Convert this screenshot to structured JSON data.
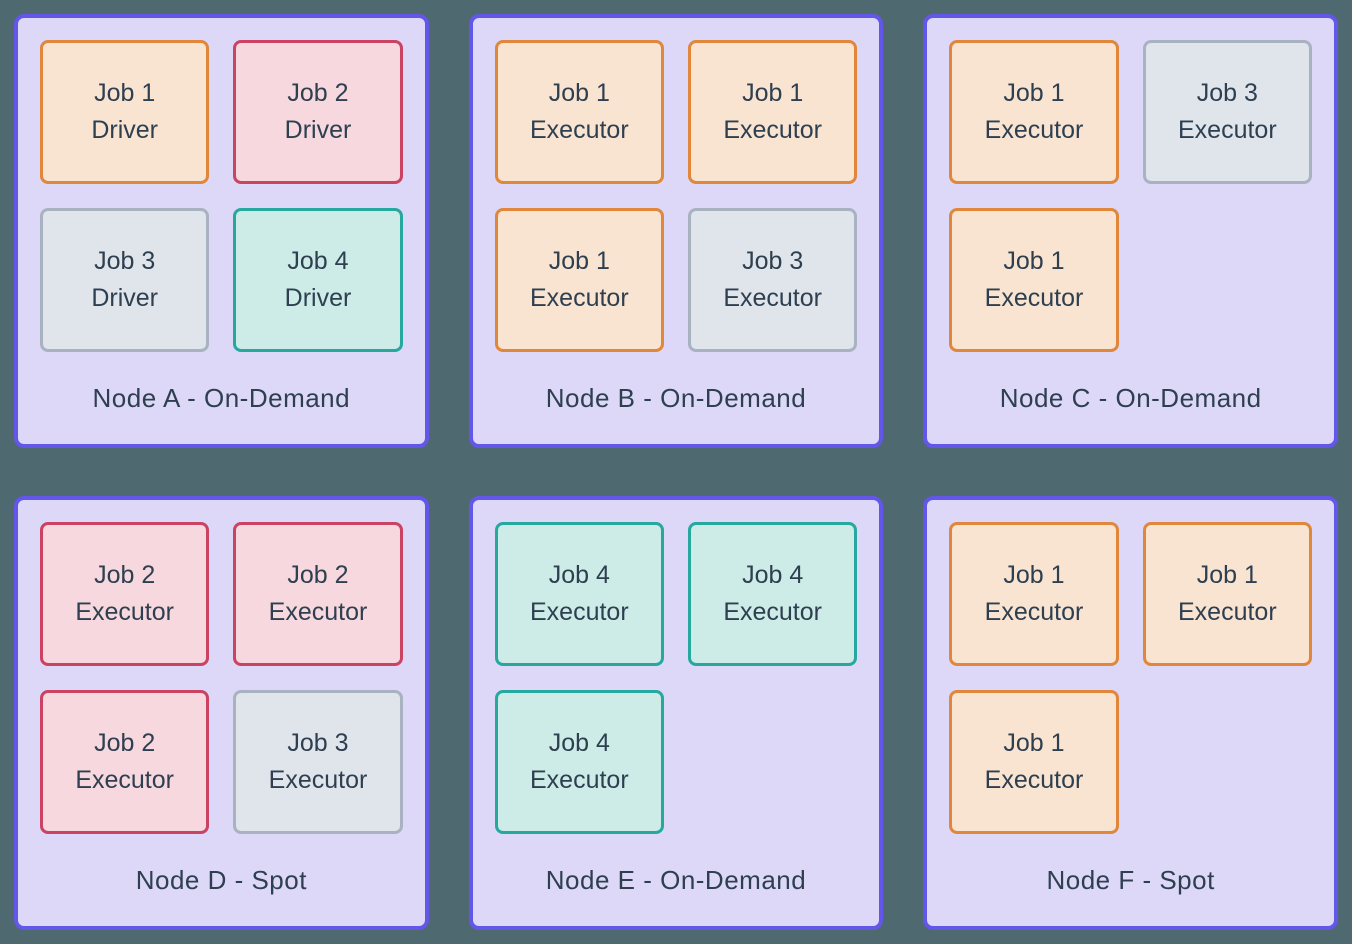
{
  "palette": {
    "page_background": "#4e6a70",
    "node_fill": "#ddd8f8",
    "node_border": "#6357e9",
    "text": "#2e3f50",
    "job_types": {
      "job1": {
        "border": "#e0873c",
        "fill": "#f9e4d2"
      },
      "job2": {
        "border": "#cb4362",
        "fill": "#f7d8de"
      },
      "job3": {
        "border": "#a9b2c0",
        "fill": "#e0e5ec"
      },
      "job4": {
        "border": "#27a89e",
        "fill": "#cdece8"
      }
    }
  },
  "nodes": [
    {
      "label": "Node A - On-Demand",
      "jobs": [
        {
          "line1": "Job 1",
          "line2": "Driver",
          "type": "job1"
        },
        {
          "line1": "Job 2",
          "line2": "Driver",
          "type": "job2"
        },
        {
          "line1": "Job 3",
          "line2": "Driver",
          "type": "job3"
        },
        {
          "line1": "Job 4",
          "line2": "Driver",
          "type": "job4"
        }
      ]
    },
    {
      "label": "Node B - On-Demand",
      "jobs": [
        {
          "line1": "Job 1",
          "line2": "Executor",
          "type": "job1"
        },
        {
          "line1": "Job 1",
          "line2": "Executor",
          "type": "job1"
        },
        {
          "line1": "Job 1",
          "line2": "Executor",
          "type": "job1"
        },
        {
          "line1": "Job 3",
          "line2": "Executor",
          "type": "job3"
        }
      ]
    },
    {
      "label": "Node C - On-Demand",
      "jobs": [
        {
          "line1": "Job 1",
          "line2": "Executor",
          "type": "job1"
        },
        {
          "line1": "Job 3",
          "line2": "Executor",
          "type": "job3"
        },
        {
          "line1": "Job 1",
          "line2": "Executor",
          "type": "job1"
        }
      ]
    },
    {
      "label": "Node D - Spot",
      "jobs": [
        {
          "line1": "Job 2",
          "line2": "Executor",
          "type": "job2"
        },
        {
          "line1": "Job 2",
          "line2": "Executor",
          "type": "job2"
        },
        {
          "line1": "Job 2",
          "line2": "Executor",
          "type": "job2"
        },
        {
          "line1": "Job 3",
          "line2": "Executor",
          "type": "job3"
        }
      ]
    },
    {
      "label": "Node E - On-Demand",
      "jobs": [
        {
          "line1": "Job 4",
          "line2": "Executor",
          "type": "job4"
        },
        {
          "line1": "Job 4",
          "line2": "Executor",
          "type": "job4"
        },
        {
          "line1": "Job 4",
          "line2": "Executor",
          "type": "job4"
        }
      ]
    },
    {
      "label": "Node F - Spot",
      "jobs": [
        {
          "line1": "Job 1",
          "line2": "Executor",
          "type": "job1"
        },
        {
          "line1": "Job 1",
          "line2": "Executor",
          "type": "job1"
        },
        {
          "line1": "Job 1",
          "line2": "Executor",
          "type": "job1"
        }
      ]
    }
  ]
}
